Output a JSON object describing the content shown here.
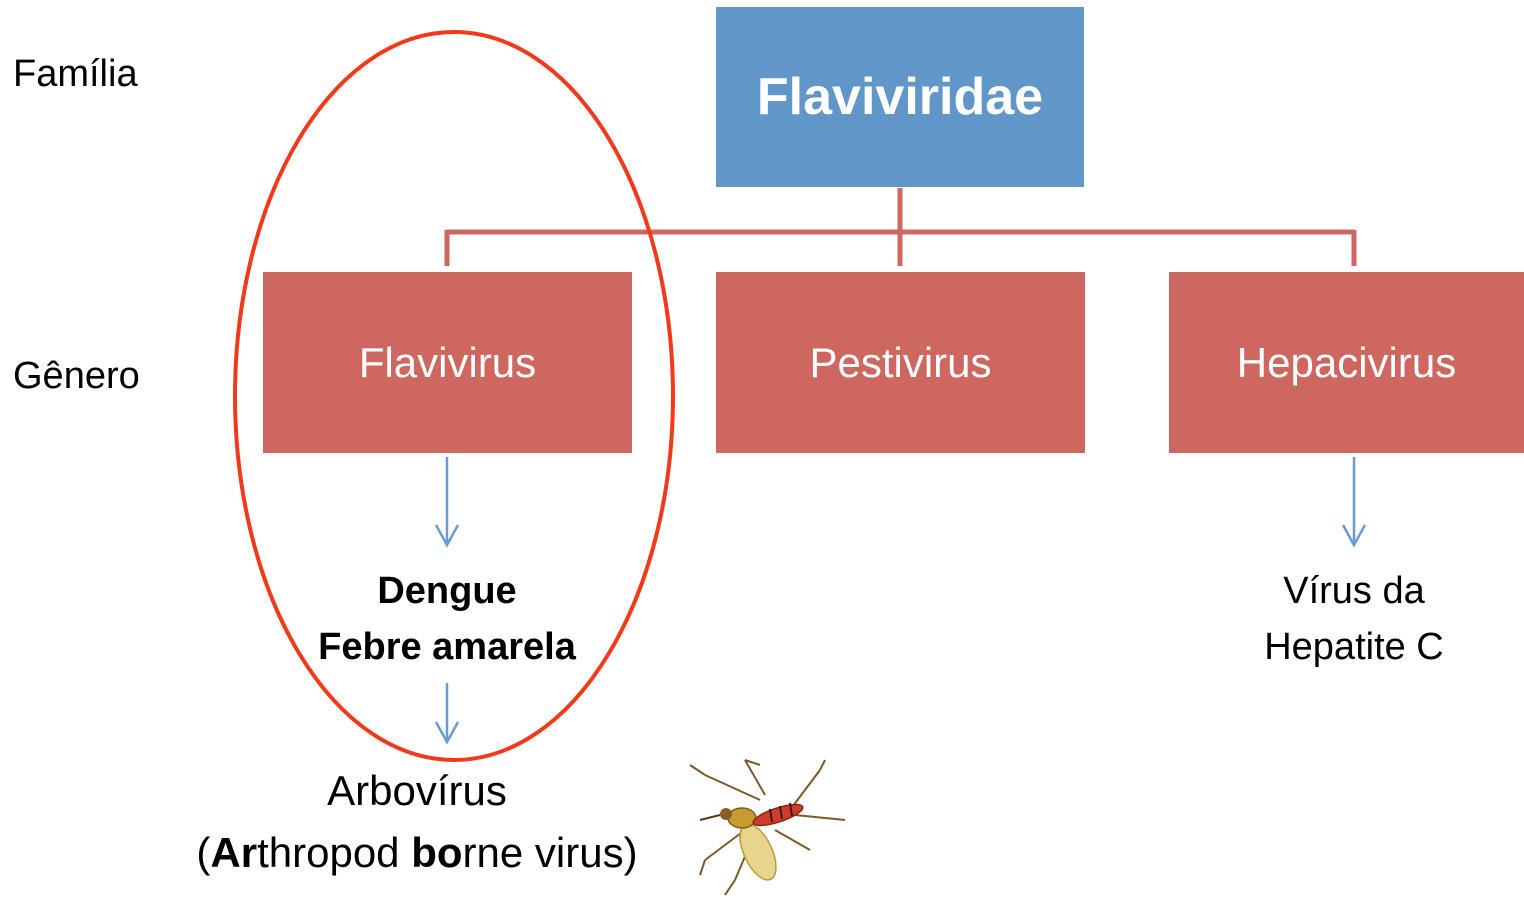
{
  "labels": {
    "family": "Família",
    "genus": "Gênero"
  },
  "family": {
    "name": "Flaviviridae"
  },
  "genera": [
    {
      "name": "Flavivirus"
    },
    {
      "name": "Pestivirus"
    },
    {
      "name": "Hepacivirus"
    }
  ],
  "flavivirus_examples": {
    "line1": "Dengue",
    "line2": "Febre amarela"
  },
  "hepacivirus_examples": {
    "line1": "Vírus da",
    "line2": "Hepatite C"
  },
  "arbovirus": {
    "title": "Arbovírus",
    "paren_open": "(",
    "ar_bold": "Ar",
    "thropod": "thropod ",
    "bo_bold": "bo",
    "rne": "rne virus",
    "paren_close": ")"
  },
  "colors": {
    "family_box": "#6196c9",
    "genus_box": "#cd6760",
    "connector": "#cd6760",
    "arrow": "#6a9bd1",
    "ellipse": "#f23a1a"
  }
}
